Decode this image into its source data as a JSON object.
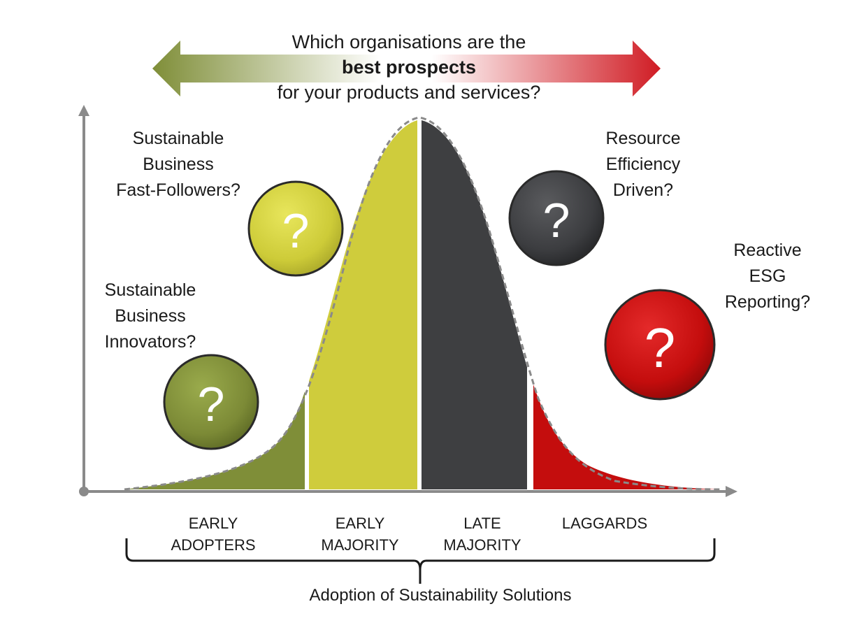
{
  "headline": {
    "line1": "Which organisations are the",
    "line2": "best prospects",
    "line3": "for your products and services?"
  },
  "segments": [
    {
      "id": "early-adopters",
      "line1": "EARLY",
      "line2": "ADOPTERS",
      "color": "#7f8e38"
    },
    {
      "id": "early-majority",
      "line1": "EARLY",
      "line2": "MAJORITY",
      "color": "#cfcc3c"
    },
    {
      "id": "late-majority",
      "line1": "LATE",
      "line2": "MAJORITY",
      "color": "#3e3f41"
    },
    {
      "id": "laggards",
      "line1": "LAGGARDS",
      "line2": "",
      "color": "#c40d0d"
    }
  ],
  "questions": [
    {
      "id": "innovators",
      "lines": [
        "Sustainable",
        "Business",
        "Innovators?"
      ],
      "symbol": "?"
    },
    {
      "id": "fast-followers",
      "lines": [
        "Sustainable",
        "Business",
        "Fast-Followers?"
      ],
      "symbol": "?"
    },
    {
      "id": "resource-efficiency",
      "lines": [
        "Resource",
        "Efficiency",
        "Driven?"
      ],
      "symbol": "?"
    },
    {
      "id": "reactive-esg",
      "lines": [
        "Reactive",
        "ESG",
        "Reporting?"
      ],
      "symbol": "?"
    }
  ],
  "footer": "Adoption of Sustainability Solutions",
  "colors": {
    "olive": "#7f8e38",
    "yellow": "#cfcc3c",
    "charcoal": "#3e3f41",
    "red": "#c40d0d",
    "axis": "#8a8a8a"
  }
}
